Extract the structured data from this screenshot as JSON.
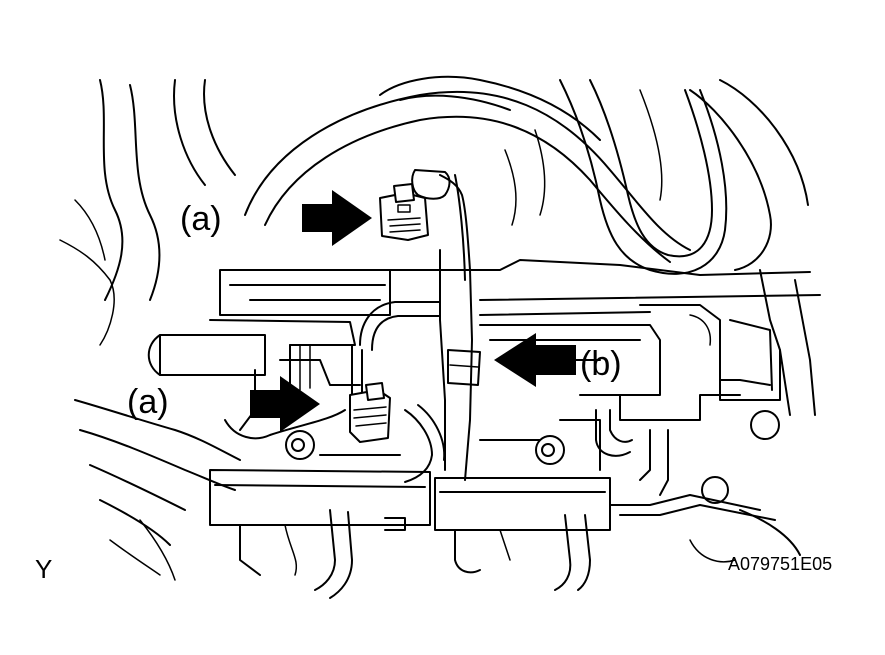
{
  "figure": {
    "reference_code": "A079751E05",
    "corner_mark": "Y",
    "callouts": [
      {
        "id": "a1",
        "text": "(a)"
      },
      {
        "id": "a2",
        "text": "(a)"
      },
      {
        "id": "b",
        "text": "(b)"
      }
    ]
  },
  "colors": {
    "line": "#000000",
    "background": "#ffffff"
  }
}
